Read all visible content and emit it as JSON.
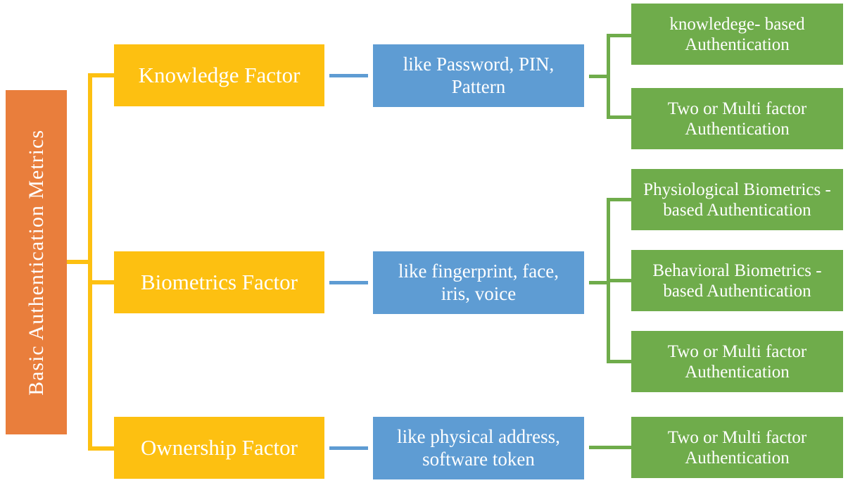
{
  "colors": {
    "root": "#E97E3C",
    "factor": "#FDC011",
    "example": "#5E9CD3",
    "leaf": "#6FAC4B",
    "text": "#FFFFFF"
  },
  "root_label": "Basic Authentication Metrics",
  "branches": [
    {
      "factor": "Knowledge Factor",
      "example": "like Password, PIN,\nPattern",
      "leaves": [
        "knowledege- based\nAuthentication",
        "Two or Multi factor\nAuthentication"
      ]
    },
    {
      "factor": "Biometrics Factor",
      "example": "like fingerprint, face,\niris, voice",
      "leaves": [
        "Physiological Biometrics -\nbased Authentication",
        "Behavioral Biometrics -\nbased Authentication",
        "Two or Multi factor\nAuthentication"
      ]
    },
    {
      "factor": "Ownership Factor",
      "example": "like physical address,\nsoftware token",
      "leaves": [
        "Two or Multi factor\nAuthentication"
      ]
    }
  ]
}
